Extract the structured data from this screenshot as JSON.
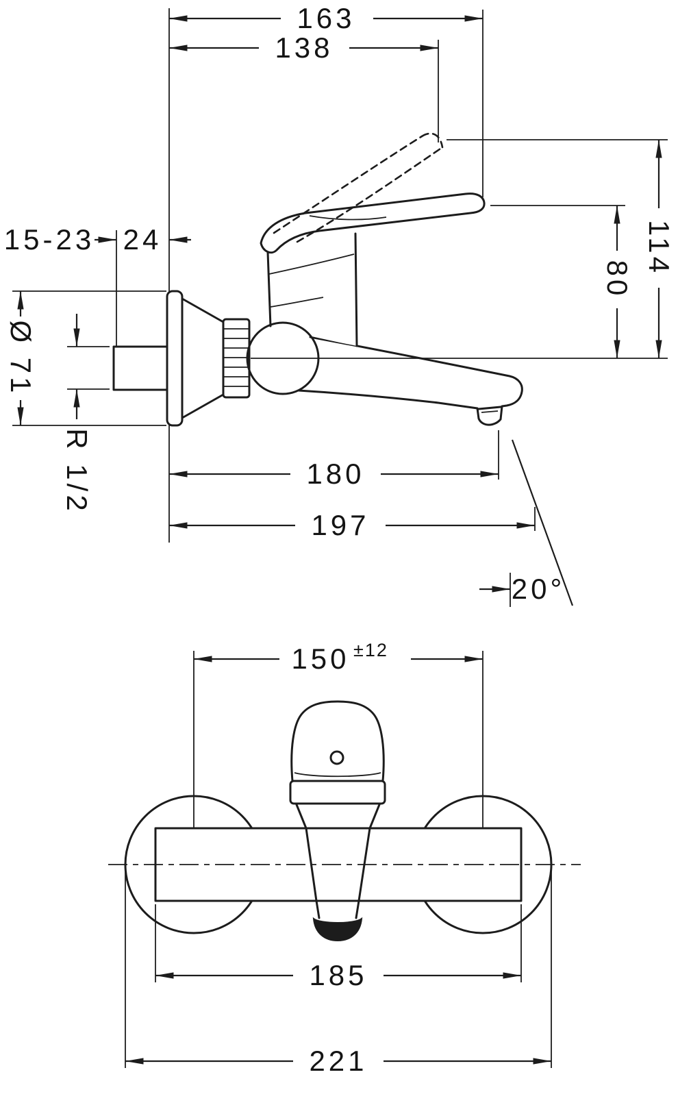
{
  "page": {
    "background": "#ffffff",
    "line_color": "#1c1c1c"
  },
  "dimensions": {
    "handle_reach_total": "163",
    "handle_reach": "138",
    "wall_depth_range": "15-23",
    "wall_offset": "24",
    "escutcheon_diameter": "Ø 71",
    "connection_thread": "R 1/2",
    "spout_reach": "180",
    "total_reach": "197",
    "spout_angle": "20°",
    "height_handle_raised": "114",
    "height_handle": "80",
    "connection_centres": "150",
    "connection_tolerance": "±12",
    "body_width": "185",
    "overall_width": "221"
  }
}
